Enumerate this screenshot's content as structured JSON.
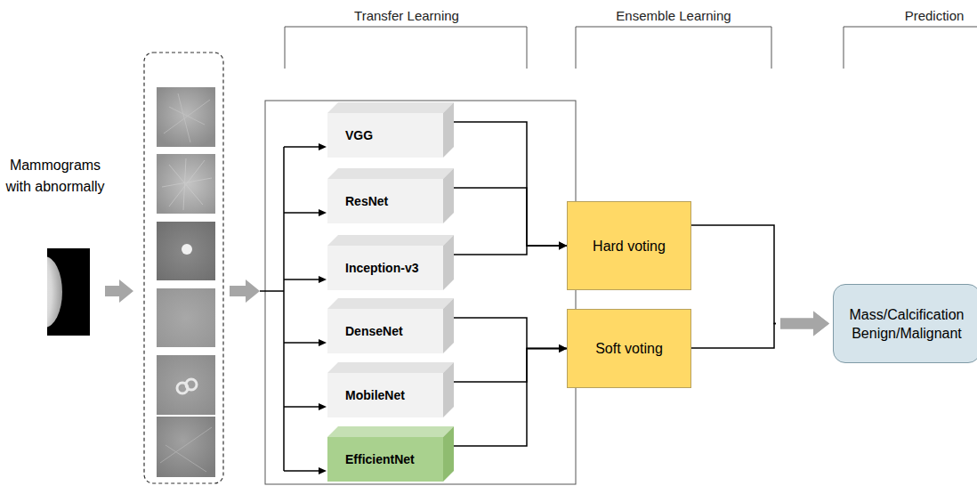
{
  "diagram": {
    "nodes": [
      {
        "text": [
          "VGG"
        ]
      },
      {
        "text": [
          "ResNet"
        ]
      },
      {
        "text": [
          "Inception-v3"
        ]
      },
      {
        "text": [
          "DenseNet"
        ]
      },
      {
        "text": [
          "MobileNet"
        ]
      },
      {
        "text": [
          "EfficientNet"
        ]
      },
      {
        "text": [
          "Hard voting"
        ]
      },
      {
        "text": [
          "Soft voting"
        ]
      },
      {
        "text": [
          "Mass/Calcification Benign/Malignant"
        ]
      }
    ],
    "edges": [
      {
        "from": 0,
        "to": 6,
        "arrow": "to"
      },
      {
        "from": 1,
        "to": 6,
        "arrow": "to"
      },
      {
        "from": 2,
        "to": 6,
        "arrow": "to"
      },
      {
        "from": 3,
        "to": 7,
        "arrow": "to"
      },
      {
        "from": 4,
        "to": 7,
        "arrow": "to"
      },
      {
        "from": 5,
        "to": 7,
        "arrow": "to"
      },
      {
        "from": 6,
        "to": 8,
        "arrow": "to"
      },
      {
        "from": 7,
        "to": 8,
        "arrow": "to"
      }
    ],
    "labels": [
      "Transfer Learning",
      "Ensemble Learning",
      "Prediction",
      "Mammograms with abnormally"
    ]
  }
}
